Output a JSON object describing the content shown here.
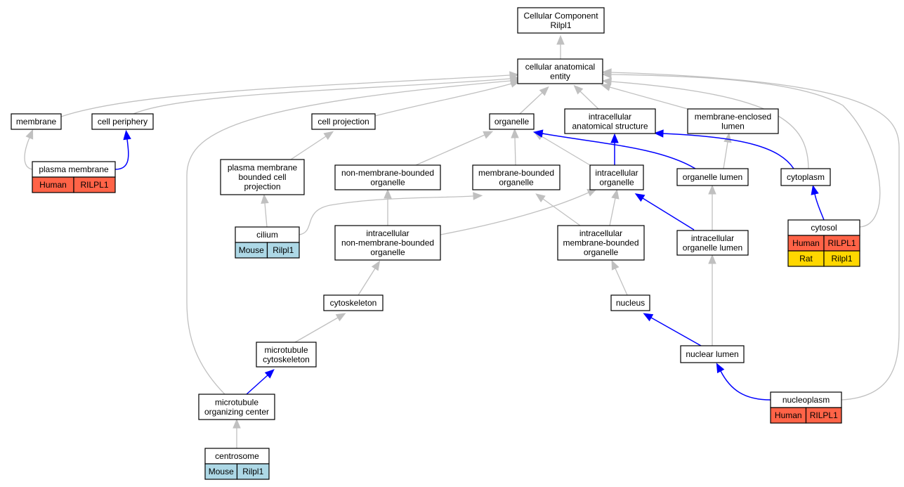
{
  "colors": {
    "is_a_edge": "#c0c0c0",
    "part_of_edge": "#0000ff",
    "Human": "#ff6347",
    "Mouse": "#add8e6",
    "Rat": "#ffd700"
  },
  "nodes": [
    {
      "id": "cellular-component",
      "lines": [
        "Cellular Component",
        "Rilpl1"
      ]
    },
    {
      "id": "cellular-anatomical-entity",
      "lines": [
        "cellular anatomical",
        "entity"
      ]
    },
    {
      "id": "membrane",
      "lines": [
        "membrane"
      ]
    },
    {
      "id": "cell-periphery",
      "lines": [
        "cell periphery"
      ]
    },
    {
      "id": "cell-projection",
      "lines": [
        "cell projection"
      ]
    },
    {
      "id": "organelle",
      "lines": [
        "organelle"
      ]
    },
    {
      "id": "intracellular-anatomical-structure",
      "lines": [
        "intracellular",
        "anatomical structure"
      ]
    },
    {
      "id": "membrane-enclosed-lumen",
      "lines": [
        "membrane-enclosed",
        "lumen"
      ]
    },
    {
      "id": "plasma-membrane",
      "lines": [
        "plasma membrane"
      ],
      "annotations": [
        {
          "species": "Human",
          "gene": "RILPL1"
        }
      ]
    },
    {
      "id": "plasma-membrane-bounded-cell-projection",
      "lines": [
        "plasma membrane",
        "bounded cell",
        "projection"
      ]
    },
    {
      "id": "non-membrane-bounded-organelle",
      "lines": [
        "non-membrane-bounded",
        "organelle"
      ]
    },
    {
      "id": "membrane-bounded-organelle",
      "lines": [
        "membrane-bounded",
        "organelle"
      ]
    },
    {
      "id": "intracellular-organelle",
      "lines": [
        "intracellular",
        "organelle"
      ]
    },
    {
      "id": "organelle-lumen",
      "lines": [
        "organelle lumen"
      ]
    },
    {
      "id": "cytoplasm",
      "lines": [
        "cytoplasm"
      ]
    },
    {
      "id": "cilium",
      "lines": [
        "cilium"
      ],
      "annotations": [
        {
          "species": "Mouse",
          "gene": "Rilpl1"
        }
      ]
    },
    {
      "id": "intracellular-non-membrane-bounded-organelle",
      "lines": [
        "intracellular",
        "non-membrane-bounded",
        "organelle"
      ]
    },
    {
      "id": "intracellular-membrane-bounded-organelle",
      "lines": [
        "intracellular",
        "membrane-bounded",
        "organelle"
      ]
    },
    {
      "id": "intracellular-organelle-lumen",
      "lines": [
        "intracellular",
        "organelle lumen"
      ]
    },
    {
      "id": "cytosol",
      "lines": [
        "cytosol"
      ],
      "annotations": [
        {
          "species": "Human",
          "gene": "RILPL1"
        },
        {
          "species": "Rat",
          "gene": "Rilpl1"
        }
      ]
    },
    {
      "id": "cytoskeleton",
      "lines": [
        "cytoskeleton"
      ]
    },
    {
      "id": "nucleus",
      "lines": [
        "nucleus"
      ]
    },
    {
      "id": "microtubule-cytoskeleton",
      "lines": [
        "microtubule",
        "cytoskeleton"
      ]
    },
    {
      "id": "nuclear-lumen",
      "lines": [
        "nuclear lumen"
      ]
    },
    {
      "id": "microtubule-organizing-center",
      "lines": [
        "microtubule",
        "organizing center"
      ]
    },
    {
      "id": "nucleoplasm",
      "lines": [
        "nucleoplasm"
      ],
      "annotations": [
        {
          "species": "Human",
          "gene": "RILPL1"
        }
      ]
    },
    {
      "id": "centrosome",
      "lines": [
        "centrosome"
      ],
      "annotations": [
        {
          "species": "Mouse",
          "gene": "Rilpl1"
        }
      ]
    }
  ],
  "edges": [
    {
      "from": "cellular-anatomical-entity",
      "to": "cellular-component",
      "type": "is_a"
    },
    {
      "from": "membrane",
      "to": "cellular-anatomical-entity",
      "type": "is_a"
    },
    {
      "from": "cell-periphery",
      "to": "cellular-anatomical-entity",
      "type": "is_a"
    },
    {
      "from": "cell-projection",
      "to": "cellular-anatomical-entity",
      "type": "is_a"
    },
    {
      "from": "organelle",
      "to": "cellular-anatomical-entity",
      "type": "is_a"
    },
    {
      "from": "intracellular-anatomical-structure",
      "to": "cellular-anatomical-entity",
      "type": "is_a"
    },
    {
      "from": "membrane-enclosed-lumen",
      "to": "cellular-anatomical-entity",
      "type": "is_a"
    },
    {
      "from": "cytoplasm",
      "to": "cellular-anatomical-entity",
      "type": "is_a"
    },
    {
      "from": "cytosol",
      "to": "cellular-anatomical-entity",
      "type": "is_a"
    },
    {
      "from": "nucleoplasm",
      "to": "cellular-anatomical-entity",
      "type": "is_a"
    },
    {
      "from": "microtubule-organizing-center",
      "to": "cellular-anatomical-entity",
      "type": "is_a"
    },
    {
      "from": "plasma-membrane",
      "to": "membrane",
      "type": "is_a"
    },
    {
      "from": "plasma-membrane",
      "to": "cell-periphery",
      "type": "part_of"
    },
    {
      "from": "plasma-membrane-bounded-cell-projection",
      "to": "cell-projection",
      "type": "is_a"
    },
    {
      "from": "non-membrane-bounded-organelle",
      "to": "organelle",
      "type": "is_a"
    },
    {
      "from": "membrane-bounded-organelle",
      "to": "organelle",
      "type": "is_a"
    },
    {
      "from": "intracellular-organelle",
      "to": "organelle",
      "type": "is_a"
    },
    {
      "from": "intracellular-organelle",
      "to": "intracellular-anatomical-structure",
      "type": "part_of"
    },
    {
      "from": "organelle-lumen",
      "to": "organelle",
      "type": "part_of"
    },
    {
      "from": "organelle-lumen",
      "to": "membrane-enclosed-lumen",
      "type": "is_a"
    },
    {
      "from": "cytoplasm",
      "to": "intracellular-anatomical-structure",
      "type": "part_of"
    },
    {
      "from": "cilium",
      "to": "plasma-membrane-bounded-cell-projection",
      "type": "is_a"
    },
    {
      "from": "cilium",
      "to": "membrane-bounded-organelle",
      "type": "is_a"
    },
    {
      "from": "intracellular-non-membrane-bounded-organelle",
      "to": "non-membrane-bounded-organelle",
      "type": "is_a"
    },
    {
      "from": "intracellular-non-membrane-bounded-organelle",
      "to": "intracellular-organelle",
      "type": "is_a"
    },
    {
      "from": "intracellular-membrane-bounded-organelle",
      "to": "membrane-bounded-organelle",
      "type": "is_a"
    },
    {
      "from": "intracellular-membrane-bounded-organelle",
      "to": "intracellular-organelle",
      "type": "is_a"
    },
    {
      "from": "intracellular-organelle-lumen",
      "to": "organelle-lumen",
      "type": "is_a"
    },
    {
      "from": "intracellular-organelle-lumen",
      "to": "intracellular-organelle",
      "type": "part_of"
    },
    {
      "from": "cytosol",
      "to": "cytoplasm",
      "type": "part_of"
    },
    {
      "from": "cytoskeleton",
      "to": "intracellular-non-membrane-bounded-organelle",
      "type": "is_a"
    },
    {
      "from": "nucleus",
      "to": "intracellular-membrane-bounded-organelle",
      "type": "is_a"
    },
    {
      "from": "microtubule-cytoskeleton",
      "to": "cytoskeleton",
      "type": "is_a"
    },
    {
      "from": "nuclear-lumen",
      "to": "intracellular-organelle-lumen",
      "type": "is_a"
    },
    {
      "from": "nuclear-lumen",
      "to": "nucleus",
      "type": "part_of"
    },
    {
      "from": "microtubule-organizing-center",
      "to": "microtubule-cytoskeleton",
      "type": "part_of"
    },
    {
      "from": "nucleoplasm",
      "to": "nuclear-lumen",
      "type": "part_of"
    },
    {
      "from": "centrosome",
      "to": "microtubule-organizing-center",
      "type": "is_a"
    }
  ]
}
